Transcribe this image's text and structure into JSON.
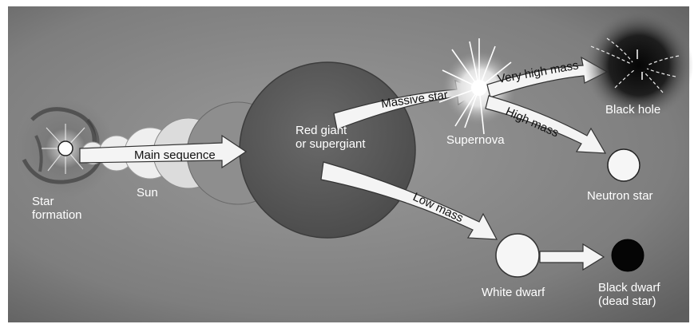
{
  "labels": {
    "star_formation_1": "Star",
    "star_formation_2": "formation",
    "sun": "Sun",
    "main_sequence": "Main sequence",
    "red_giant_1": "Red giant",
    "red_giant_2": "or supergiant",
    "massive_star": "Massive star",
    "supernova": "Supernova",
    "very_high_mass": "Very high mass",
    "high_mass": "High mass",
    "black_hole": "Black hole",
    "neutron_star": "Neutron star",
    "low_mass": "Low mass",
    "white_dwarf": "White dwarf",
    "black_dwarf_1": "Black dwarf",
    "black_dwarf_2": "(dead star)"
  },
  "colors": {
    "background": "#8a8a8a",
    "arrow_fill": "#f4f4f4",
    "giant_fill": "#5a5a5a",
    "star_white": "#f6f6f6",
    "black_dwarf": "#050505"
  }
}
